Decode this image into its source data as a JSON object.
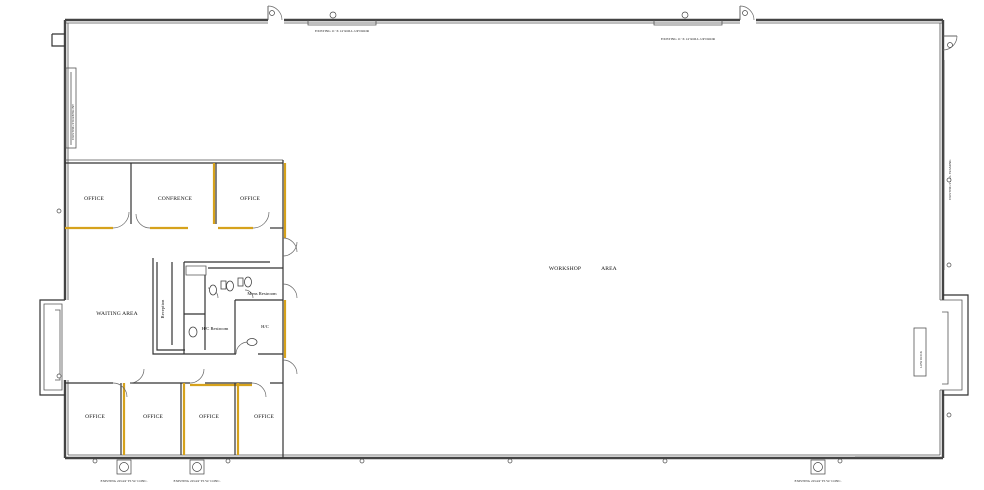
{
  "rooms": {
    "workshop": "WORKSHOP",
    "workshop_area": "AREA",
    "office_1": "OFFICE",
    "conference": "CONFRENCE",
    "office_2": "OFFICE",
    "waiting_area": "WAITING AREA",
    "reception": "Reception",
    "mens_restroom": "Mens Restroom",
    "hc_restroom": "H/C Restroom",
    "hc": "H/C",
    "office_3": "OFFICE",
    "office_4": "OFFICE",
    "office_5": "OFFICE",
    "office_6": "OFFICE"
  },
  "notes": {
    "rollup_door_1": "EXISTING 11' X 14' ROLL-UP DOOR",
    "rollup_door_2": "EXISTING 11' X 14' ROLL-UP DOOR",
    "left_window": "EXISTING STOREFRONT",
    "right_wall": "EXISTING STEEL FRAMING",
    "dock_label": "LOW DOCK",
    "column_1": "EXISTING 24'x24' TS W/ CONC.",
    "column_2": "EXISTING 24'x24' TS W/ CONC.",
    "column_3": "EXISTING 24'x24' TS W/ CONC."
  },
  "colors": {
    "wall": "#333333",
    "partition_accent": "#d6a21c",
    "background": "#ffffff"
  }
}
